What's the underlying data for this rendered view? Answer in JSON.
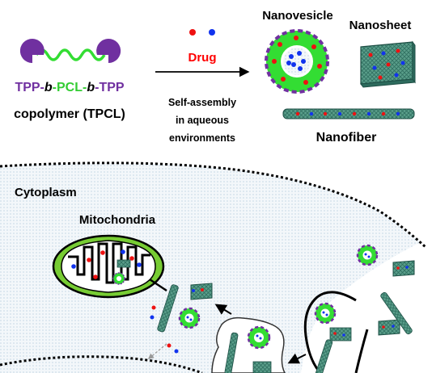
{
  "top": {
    "polymer_label": {
      "a": "TPP-",
      "b": "b",
      "c": "-PCL-",
      "d": "b",
      "e": "-TPP"
    },
    "copolymer_label": "copolymer (TPCL)",
    "drug_label": "Drug",
    "process_lines": [
      "Self-assembly",
      "in aqueous",
      "environments"
    ],
    "nanovesicle_label": "Nanovesicle",
    "nanosheet_label": "Nanosheet",
    "nanofiber_label": "Nanofiber"
  },
  "bottom": {
    "cytoplasm_label": "Cytoplasm",
    "mitochondria_label": "Mitochondria"
  },
  "colors": {
    "tpp": "#7030a0",
    "pcl": "#33dd33",
    "drug_red": "#ee1111",
    "drug_blue": "#1133ee",
    "label_red": "#ff0000",
    "sheet_fill": "#3f8f7f",
    "mito_fill": "#77cc33"
  }
}
